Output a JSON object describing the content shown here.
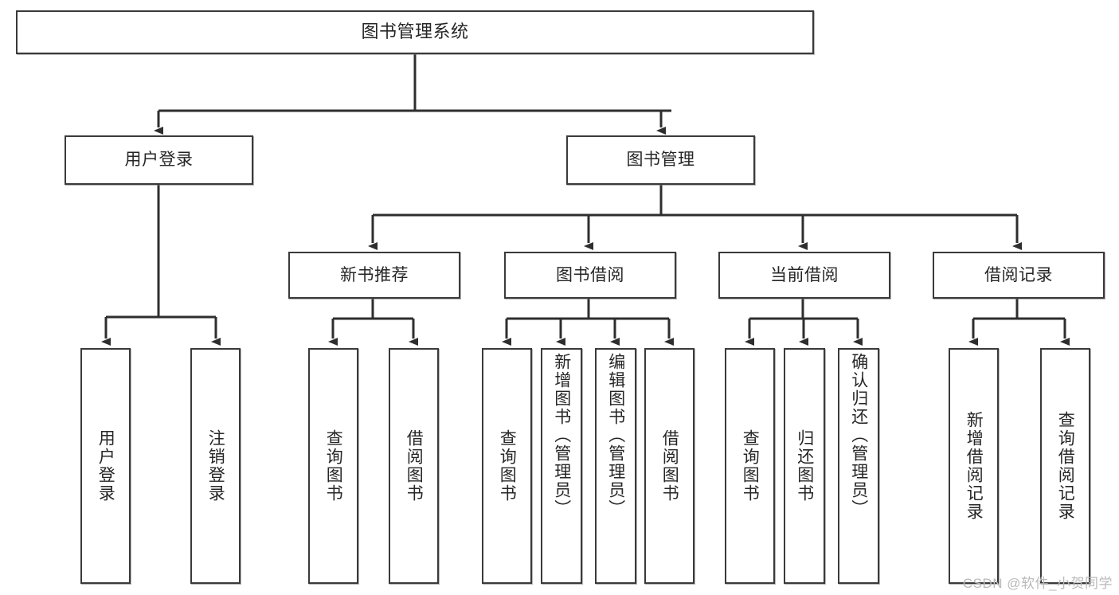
{
  "diagram": {
    "title": "图书管理系统",
    "type": "tree-hierarchy-diagram",
    "colors": {
      "border": "#3a3a3a",
      "text": "#262626",
      "background": "#ffffff",
      "connector": "#2e2e2e",
      "watermark": "#b9b9b9"
    },
    "levels": {
      "root": {
        "label": "图书管理系统"
      },
      "level2": [
        {
          "label": "用户登录"
        },
        {
          "label": "图书管理"
        }
      ],
      "level3": [
        {
          "label": "新书推荐"
        },
        {
          "label": "图书借阅"
        },
        {
          "label": "当前借阅"
        },
        {
          "label": "借阅记录"
        }
      ],
      "leaves": {
        "user_login": [
          {
            "label": "用户登录"
          },
          {
            "label": "注销登录"
          }
        ],
        "new_book_recommend": [
          {
            "label": "查询图书"
          },
          {
            "label": "借阅图书"
          }
        ],
        "book_borrow": [
          {
            "label": "查询图书"
          },
          {
            "label": "新增图书（管理员）"
          },
          {
            "label": "编辑图书（管理员）"
          },
          {
            "label": "借阅图书"
          }
        ],
        "current_borrow": [
          {
            "label": "查询图书"
          },
          {
            "label": "归还图书"
          },
          {
            "label": "确认归还（管理员）"
          }
        ],
        "borrow_record": [
          {
            "label": "新增借阅记录"
          },
          {
            "label": "查询借阅记录"
          }
        ]
      }
    }
  },
  "watermark": {
    "text": "CSDN @软件_小贺同学"
  }
}
